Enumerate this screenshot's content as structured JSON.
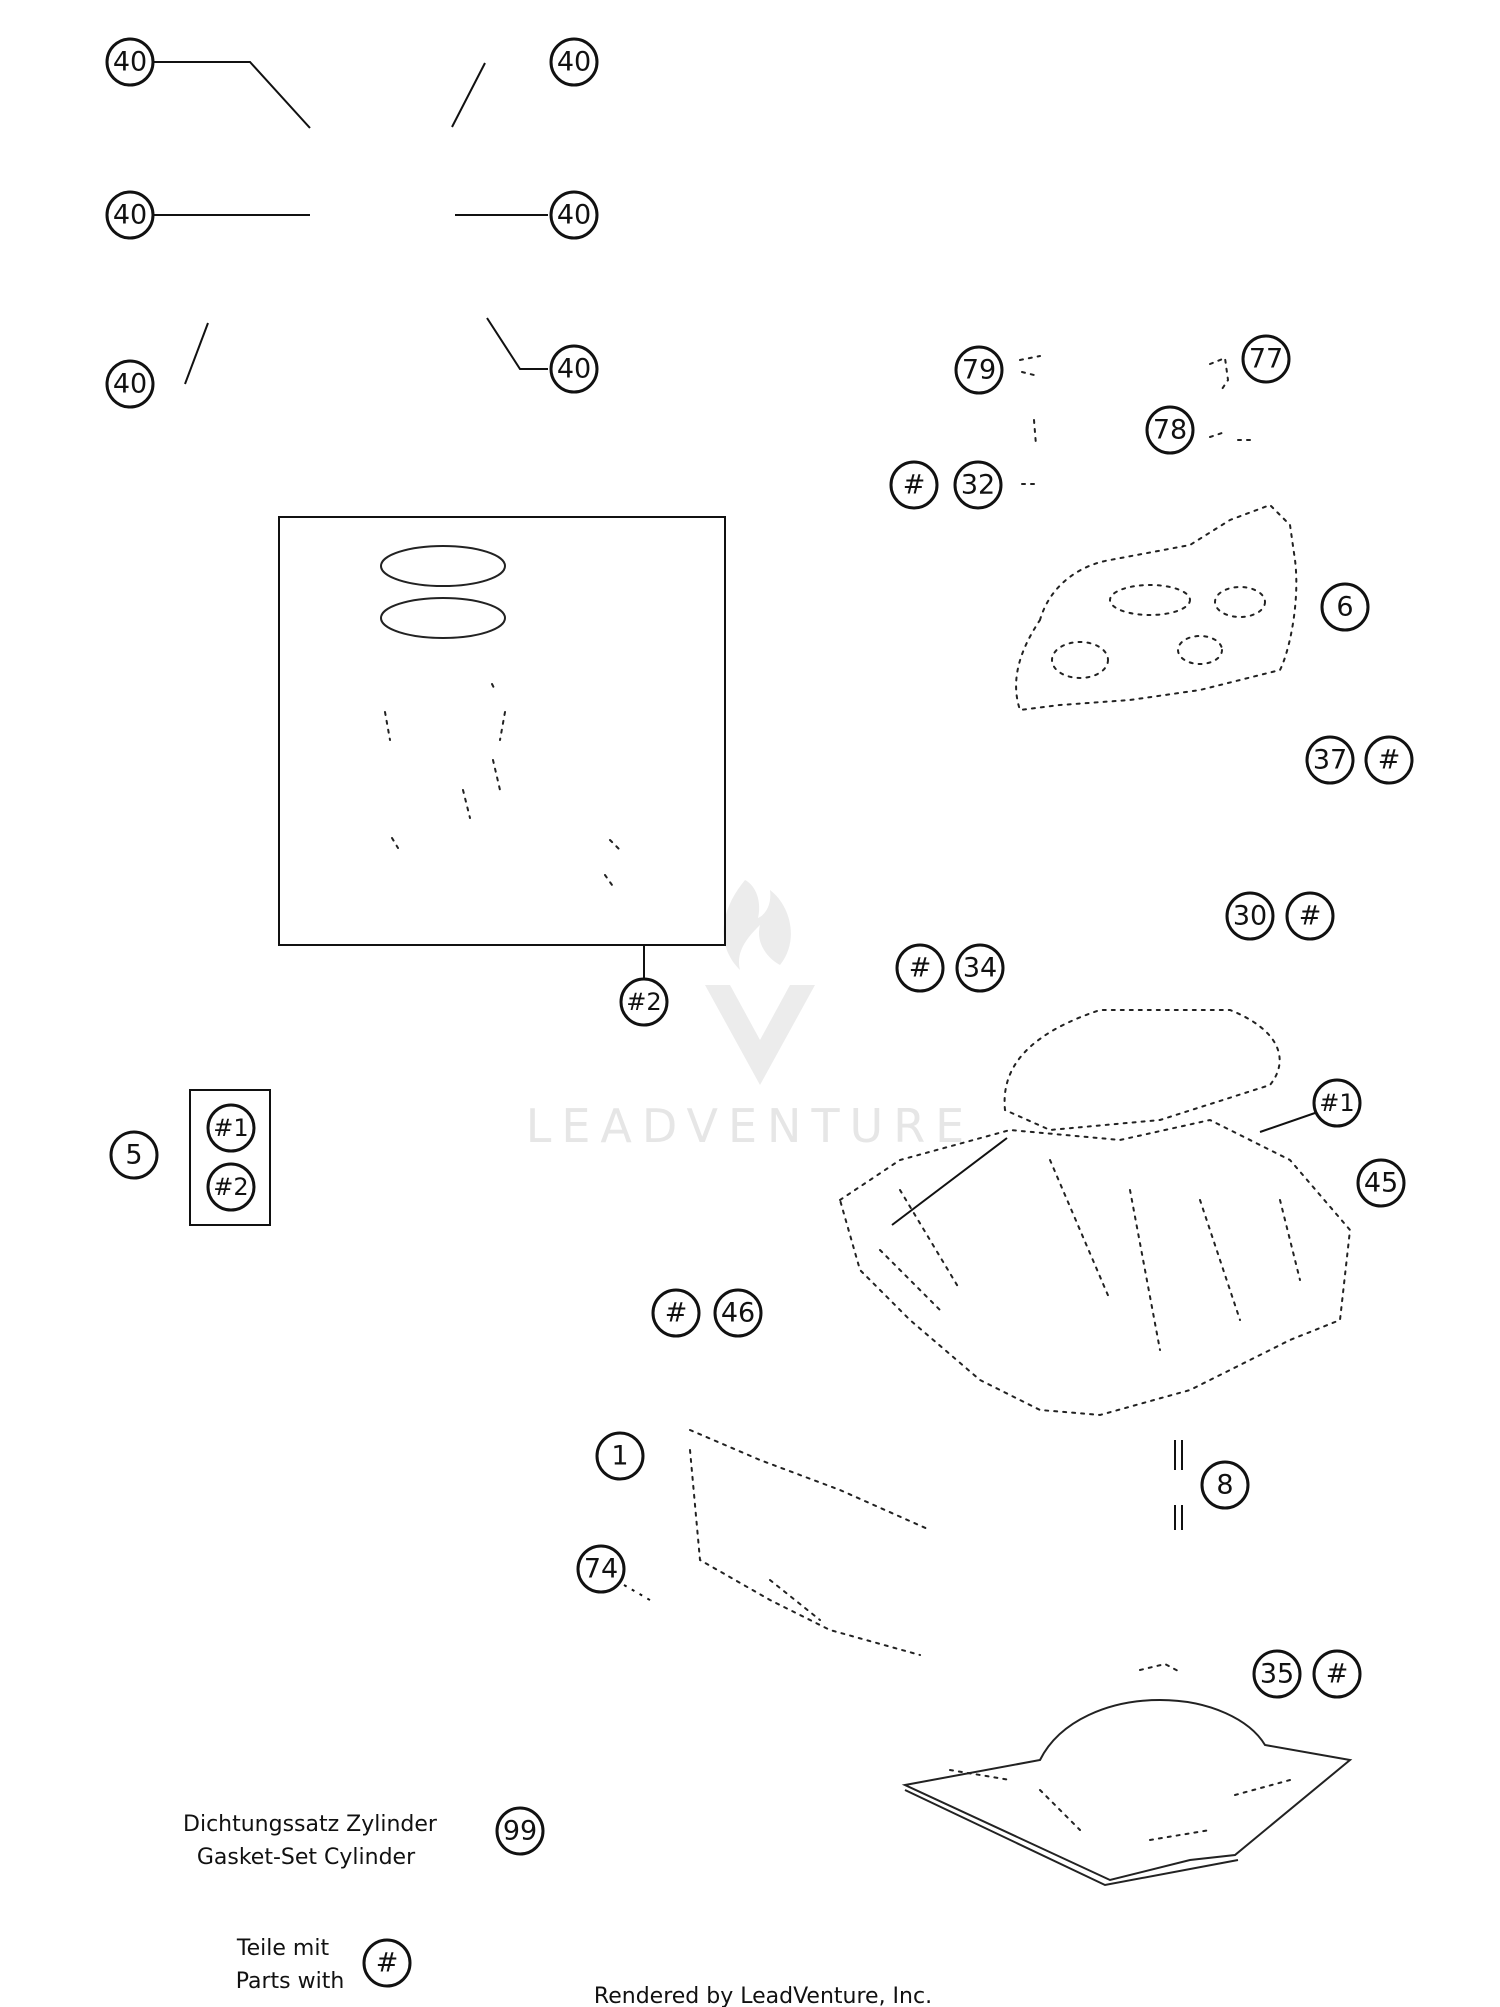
{
  "watermark": {
    "text": "LEADVENTURE"
  },
  "piston_callouts": [
    "40",
    "40",
    "40",
    "40",
    "40",
    "40"
  ],
  "piston_box_callout": "#2",
  "kit_callout": "5",
  "kit_box_items": [
    "#1",
    "#2"
  ],
  "head_callouts": {
    "screw": "79",
    "bolt": "77",
    "washer": "78",
    "gasket_hash": "#",
    "gasket": "32",
    "head": "6",
    "seal": "37",
    "seal_hash": "#"
  },
  "cylinder_callouts": {
    "gasket_top": "30",
    "gasket_top_hash": "#",
    "oring_hash": "#",
    "oring": "34",
    "cylinder_ref": "#1",
    "plug": "45",
    "seal_hash": "#",
    "seal": "46",
    "cylinder": "1",
    "dowel": "8",
    "bolt": "74",
    "base_gasket": "35",
    "base_gasket_hash": "#"
  },
  "legend": {
    "line_de": "Dichtungssatz Zylinder",
    "line_en": "Gasket-Set Cylinder",
    "number": "99",
    "parts_de": "Teile mit",
    "parts_en": "Parts with",
    "parts_symbol": "#"
  },
  "footer": {
    "text": "Rendered by LeadVenture, Inc."
  }
}
